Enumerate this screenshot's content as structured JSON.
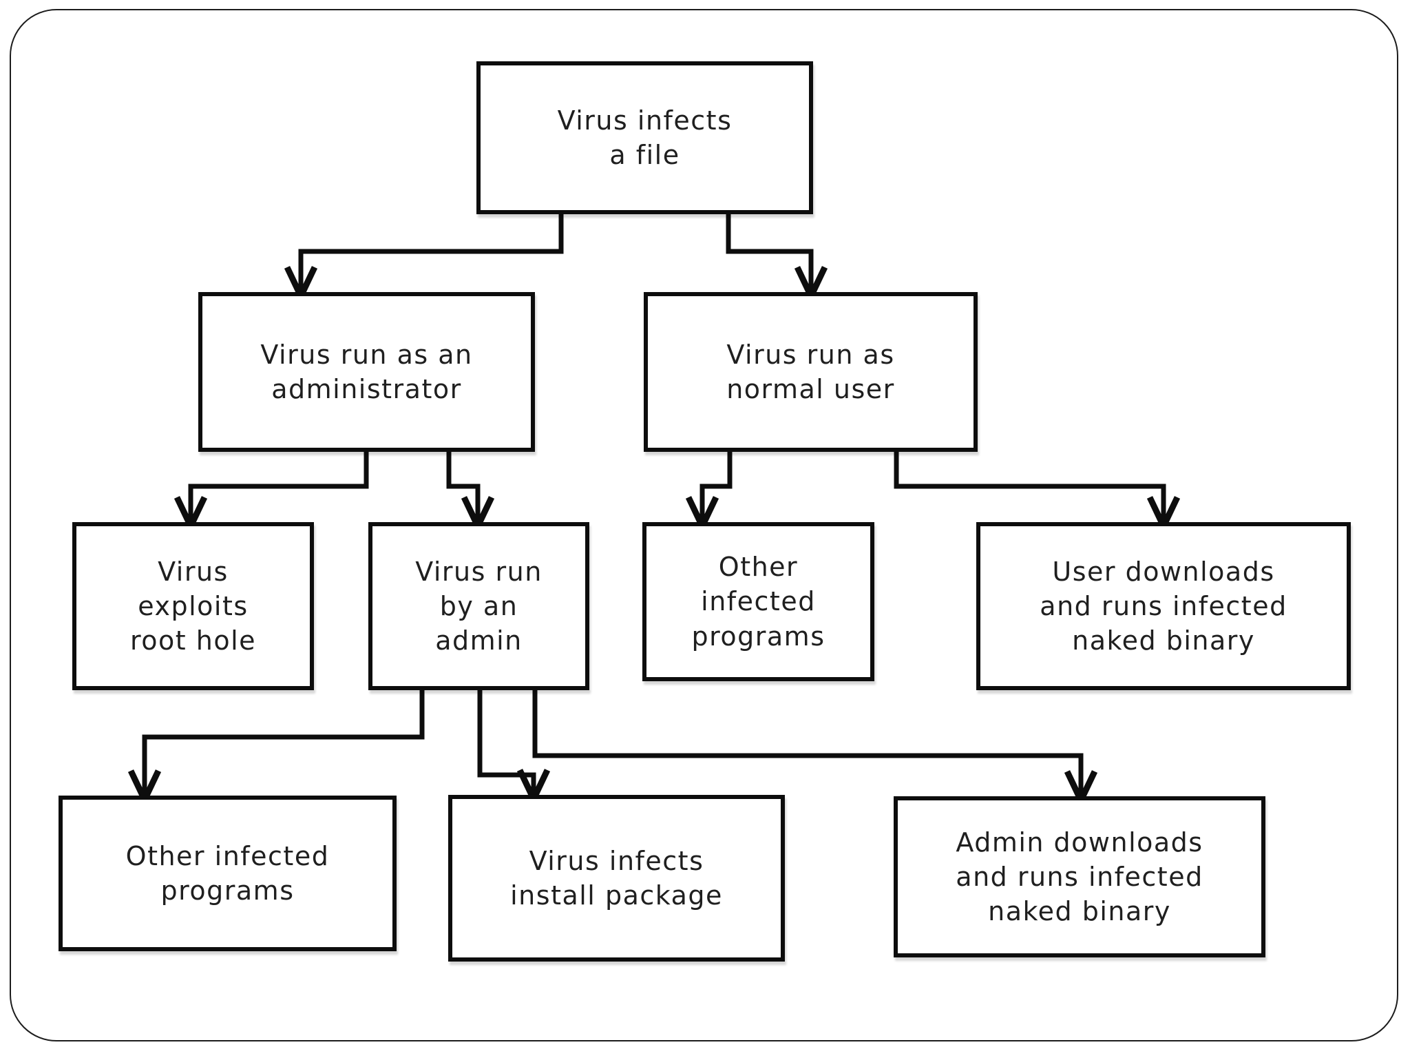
{
  "diagram_type": "flowchart",
  "colors": {
    "background": "#ffffff",
    "node_fill": "#ffffff",
    "node_border": "#0d0d0d",
    "edge_line": "#0d0d0d",
    "text": "#1f1f1f",
    "slide_border": "#1c1c1c"
  },
  "nodes": [
    {
      "id": "virus-infects-a-file",
      "lines": [
        "Virus infects",
        "a file"
      ]
    },
    {
      "id": "virus-run-as-an-administrator",
      "lines": [
        "Virus run as an",
        "administrator"
      ]
    },
    {
      "id": "virus-run-as-normal-user",
      "lines": [
        "Virus run as",
        "normal user"
      ]
    },
    {
      "id": "virus-exploits-root-hole",
      "lines": [
        "Virus",
        "exploits",
        "root hole"
      ]
    },
    {
      "id": "virus-run-by-an-admin",
      "lines": [
        "Virus run",
        "by an",
        "admin"
      ]
    },
    {
      "id": "other-infected-programs-mid",
      "lines": [
        "Other",
        "infected",
        "programs"
      ]
    },
    {
      "id": "user-downloads-and-runs-infected-naked-binary",
      "lines": [
        "User downloads",
        "and runs infected",
        "naked binary"
      ]
    },
    {
      "id": "other-infected-programs-bottom",
      "lines": [
        "Other infected",
        "programs"
      ]
    },
    {
      "id": "virus-infects-install-package",
      "lines": [
        "Virus infects",
        "install package"
      ]
    },
    {
      "id": "admin-downloads-and-runs-infected-naked-binary",
      "lines": [
        "Admin downloads",
        "and runs infected",
        "naked binary"
      ]
    }
  ],
  "edges": [
    {
      "from": "virus-infects-a-file",
      "to": "virus-run-as-an-administrator"
    },
    {
      "from": "virus-infects-a-file",
      "to": "virus-run-as-normal-user"
    },
    {
      "from": "virus-run-as-an-administrator",
      "to": "virus-exploits-root-hole"
    },
    {
      "from": "virus-run-as-an-administrator",
      "to": "virus-run-by-an-admin"
    },
    {
      "from": "virus-run-as-normal-user",
      "to": "other-infected-programs-mid"
    },
    {
      "from": "virus-run-as-normal-user",
      "to": "user-downloads-and-runs-infected-naked-binary"
    },
    {
      "from": "virus-run-by-an-admin",
      "to": "other-infected-programs-bottom"
    },
    {
      "from": "virus-run-by-an-admin",
      "to": "virus-infects-install-package"
    },
    {
      "from": "virus-run-by-an-admin",
      "to": "admin-downloads-and-runs-infected-naked-binary"
    }
  ]
}
